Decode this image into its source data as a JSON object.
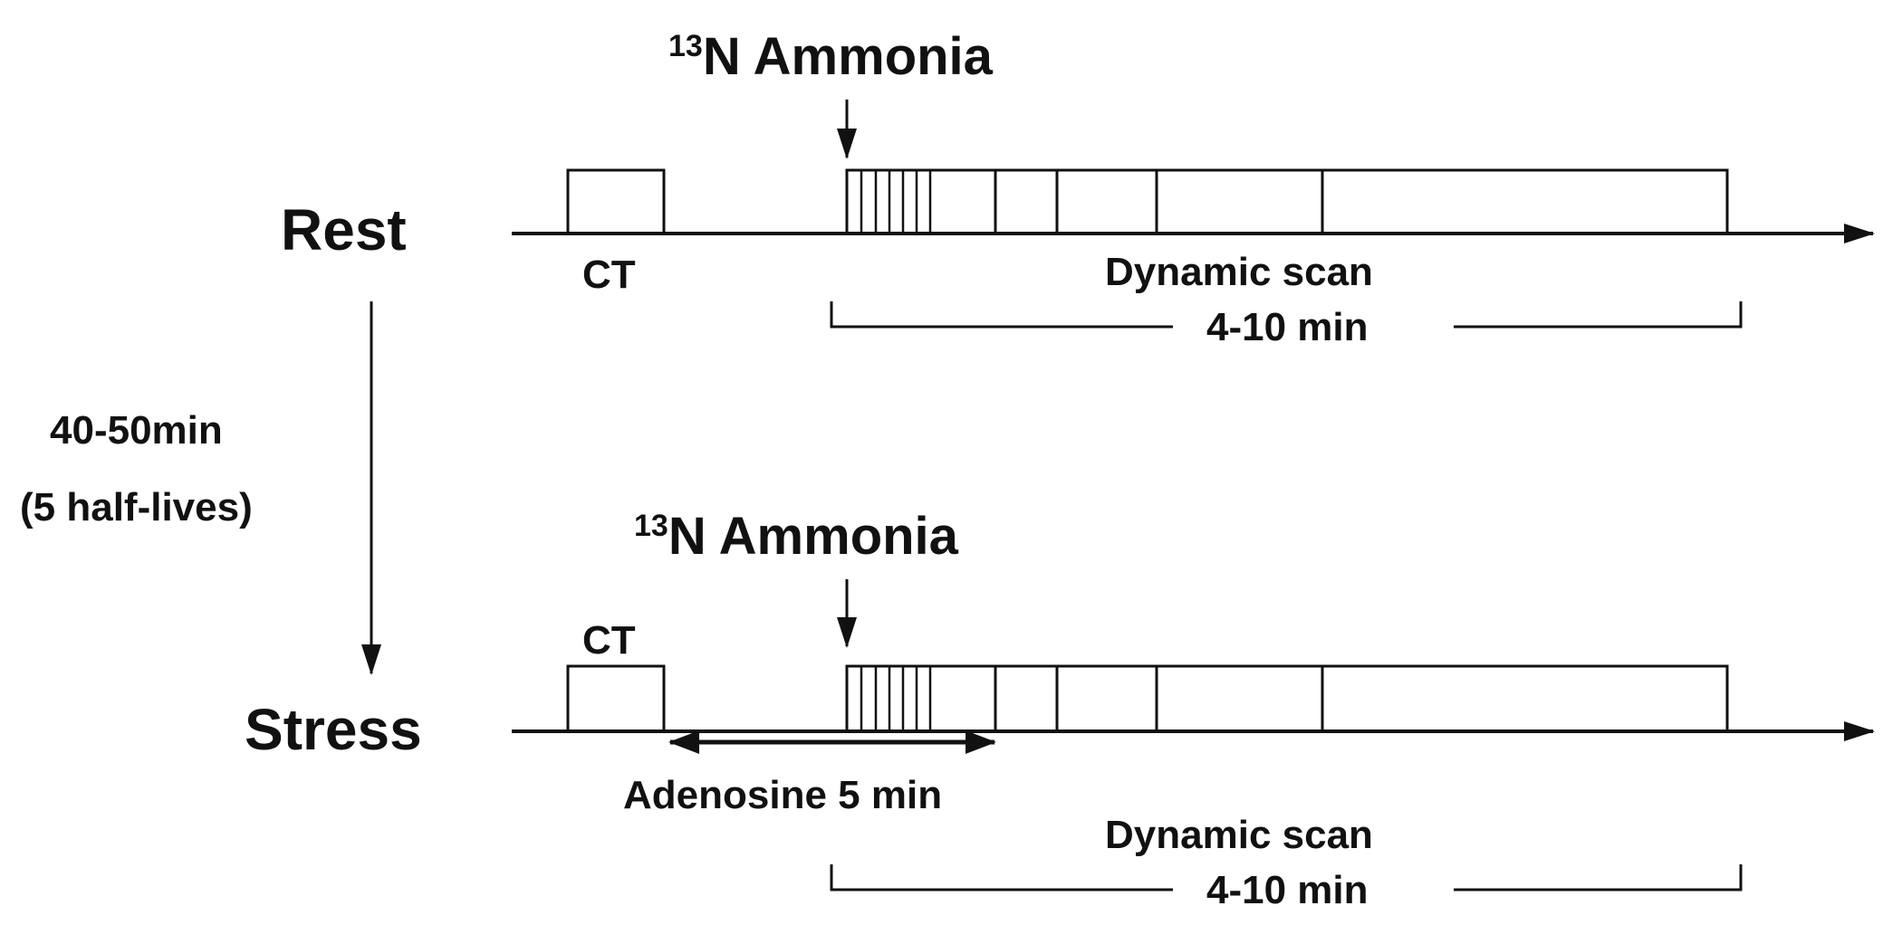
{
  "rest": {
    "phase_label": "Rest",
    "tracer_isotope": "13",
    "tracer_name": "N Ammonia",
    "ct_label": "CT",
    "scan_label": "Dynamic scan",
    "duration_label": "4-10 min"
  },
  "interval": {
    "time_label": "40-50min",
    "note_label": "(5 half-lives)"
  },
  "stress": {
    "phase_label": "Stress",
    "tracer_isotope": "13",
    "tracer_name": "N Ammonia",
    "ct_label": "CT",
    "stressor_label": "Adenosine 5 min",
    "scan_label": "Dynamic scan",
    "duration_label": "4-10 min"
  },
  "colors": {
    "ink": "#111111",
    "background": "#ffffff"
  }
}
